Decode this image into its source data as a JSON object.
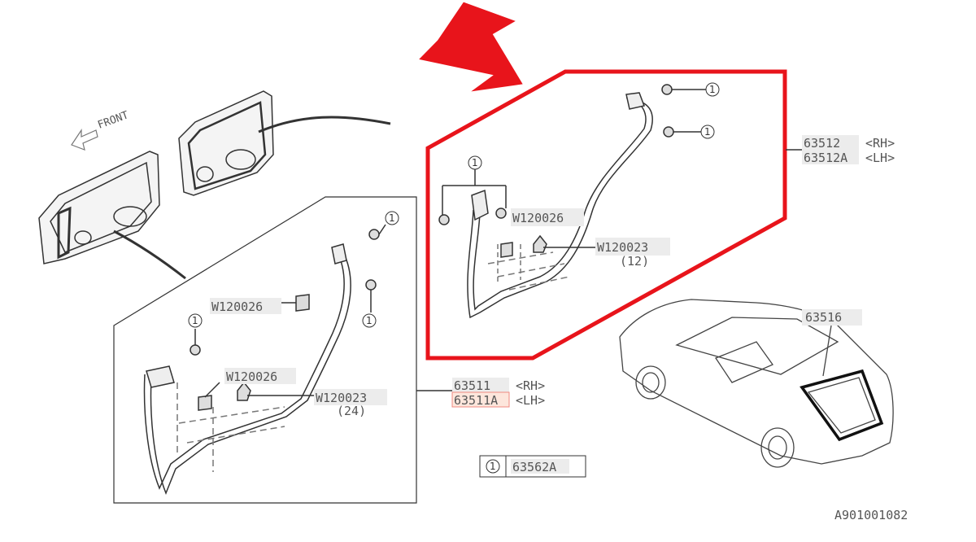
{
  "diagram": {
    "front_label": "FRONT",
    "callout_number": "1",
    "rear_seal_group": {
      "part_rh": "63512",
      "part_rh_side": "<RH>",
      "part_lh": "63512A",
      "part_lh_side": "<LH>",
      "clip_a": "W120026",
      "clip_b": "W120023",
      "clip_b_qty": "(12)"
    },
    "front_seal_group": {
      "part_rh": "63511",
      "part_rh_side": "<RH>",
      "part_lh": "63511A",
      "part_lh_side": "<LH>",
      "clip_a_top": "W120026",
      "clip_a_mid": "W120026",
      "clip_b": "W120023",
      "clip_b_qty": "(24)"
    },
    "tailgate_seal": "63516",
    "legend_clip_part": "63562A",
    "figure_id": "A901001082",
    "colors": {
      "highlight": "#e8141b",
      "line": "#333333",
      "label": "#555555"
    }
  }
}
